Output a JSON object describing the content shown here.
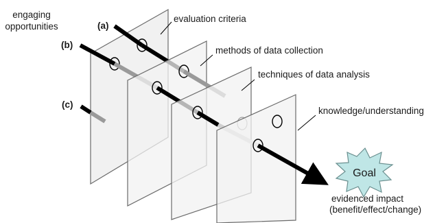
{
  "labels": {
    "engaging_line1": "engaging",
    "engaging_line2": "opportunities",
    "path_a": "(a)",
    "path_b": "(b)",
    "path_c": "(c)",
    "plane1": "evaluation criteria",
    "plane2": "methods of data collection",
    "plane3": "techniques of data analysis",
    "plane4": "knowledge/understanding",
    "goal": "Goal",
    "impact_line1": "evidenced impact",
    "impact_line2": "(benefit/effect/change)"
  },
  "colors": {
    "plane_fill": "#f1f1f1",
    "plane_stroke": "#6a6a6a",
    "path_black": "#000000",
    "path_grey": "#9a9a9a",
    "path_light": "#cfcfcf",
    "goal_fill": "#bfe6e6",
    "goal_stroke": "#6a8f8f"
  }
}
